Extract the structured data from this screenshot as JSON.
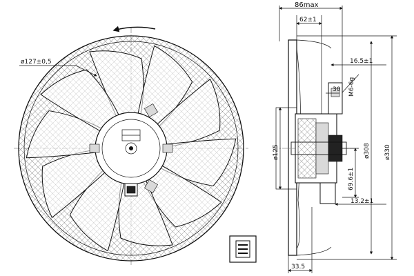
{
  "front_view": {
    "rotation_arrow": "rotation-arrow-icon",
    "grille_diameter": "ø127±0,5"
  },
  "side_view": {
    "dim_overall_depth": "86max",
    "dim_62": "62±1",
    "dim_16_5": "16.5±1",
    "dim_thread": "M6-6g",
    "dim_30": "30",
    "dim_dia_125": "ø125",
    "dim_dia_308": "ø308",
    "dim_dia_330": "ø330",
    "dim_69_6": "69.6±1",
    "dim_13_2": "13.2±1",
    "dim_33_5": "33.5"
  },
  "colors": {
    "line": "#111111",
    "hatch": "#333333",
    "background": "#ffffff"
  }
}
